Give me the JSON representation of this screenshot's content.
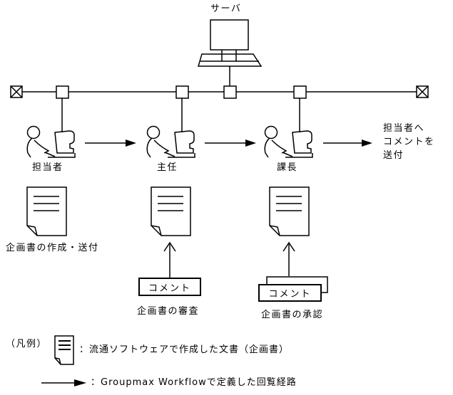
{
  "figure": {
    "title_hint": "Groupmax Workflow circulation diagram",
    "ink_color": "#000000",
    "background_color": "#ffffff"
  },
  "server": {
    "label": "サーバ"
  },
  "actors": [
    {
      "role": "担当者"
    },
    {
      "role": "主任"
    },
    {
      "role": "課長"
    }
  ],
  "output_note": {
    "text": "担当者へ\nコメントを\n送付"
  },
  "steps": [
    {
      "label": "企画書の作成・送付"
    },
    {
      "label": "企画書の審査",
      "comment_label": "コメント"
    },
    {
      "label": "企画書の承認",
      "comment_label": "コメント"
    }
  ],
  "legend": {
    "caption": "（凡例）",
    "document_entry": "：流通ソフトウェアで作成した文書（企画書）",
    "route_entry": "：Groupmax Workflowで定義した回覧経路"
  }
}
